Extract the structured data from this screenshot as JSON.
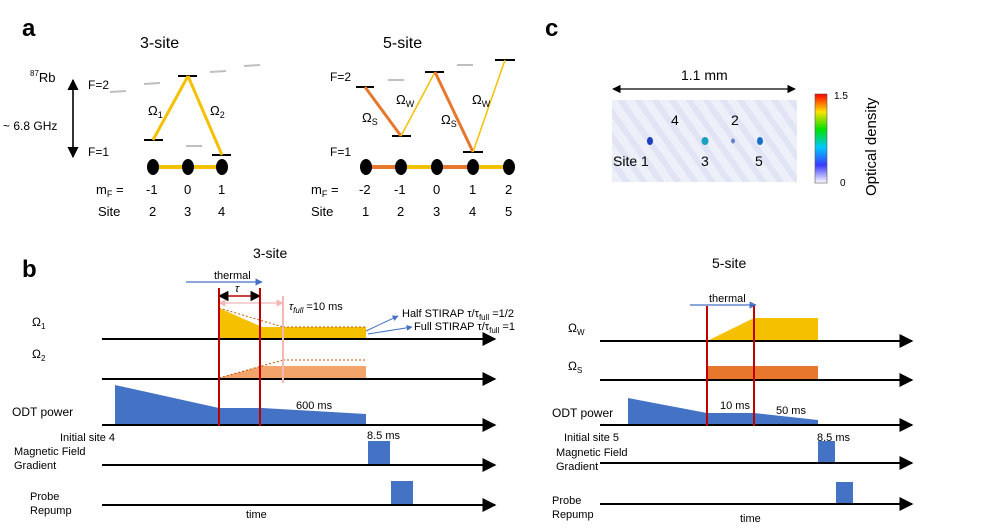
{
  "panels": {
    "a": {
      "label": "a",
      "left_title": "3-site",
      "right_title": "5-site",
      "isotope_sup": "87",
      "isotope": "Rb",
      "f2": "F=2",
      "f1": "F=1",
      "ghz": "~ 6.8 GHz",
      "omega": "Ω",
      "sub1": "1",
      "sub2": "2",
      "subS": "S",
      "subW": "W",
      "mf_label": "m",
      "mf_sub": "F",
      "mf_eq": " =",
      "site_label": "Site",
      "left_mf": [
        "-1",
        "0",
        "1"
      ],
      "left_sites": [
        "2",
        "3",
        "4"
      ],
      "right_mf": [
        "-2",
        "-1",
        "0",
        "1",
        "2"
      ],
      "right_sites": [
        "1",
        "2",
        "3",
        "4",
        "5"
      ]
    },
    "b": {
      "label": "b",
      "left_title": "3-site",
      "right_title": "5-site",
      "thermal": "thermal",
      "tau": "τ",
      "tau_full": "τ",
      "tau_full_sub": "full",
      "tau_full_val": " =10 ms",
      "half_stirap": "Half STIRAP τ/τ",
      "half_stirap_sub": "full",
      "half_stirap_val": " =1/2",
      "full_stirap": "Full STIRAP τ/τ",
      "full_stirap_sub": "full",
      "full_stirap_val": " =1",
      "omega": "Ω",
      "sub1": "1",
      "sub2": "2",
      "subW": "W",
      "subS": "S",
      "odt_power": "ODT power",
      "odt_600": "600 ms",
      "odt_10": "10 ms",
      "odt_50": "50 ms",
      "initial_left": "Initial site 4",
      "initial_right": "Initial site 5",
      "ms85": "8.5 ms",
      "magnetic": "Magnetic Field",
      "gradient": "Gradient",
      "probe": "Probe",
      "repump": "Repump",
      "time": "time"
    },
    "c": {
      "label": "c",
      "length": "1.1 mm",
      "site_numbers_top": [
        "4",
        "2"
      ],
      "site_label": "Site 1",
      "site_numbers_bottom": [
        "3",
        "5"
      ],
      "colorbar_max": "1.5",
      "colorbar_min": "0",
      "colorbar_title": "Optical density"
    }
  },
  "colors": {
    "yellow": "#f5c000",
    "orange": "#e8772e",
    "light_orange": "#f2a46a",
    "blue": "#4472c4",
    "red": "#c00000",
    "pink": "#f4b6b6",
    "gray": "#bfbfbf"
  }
}
